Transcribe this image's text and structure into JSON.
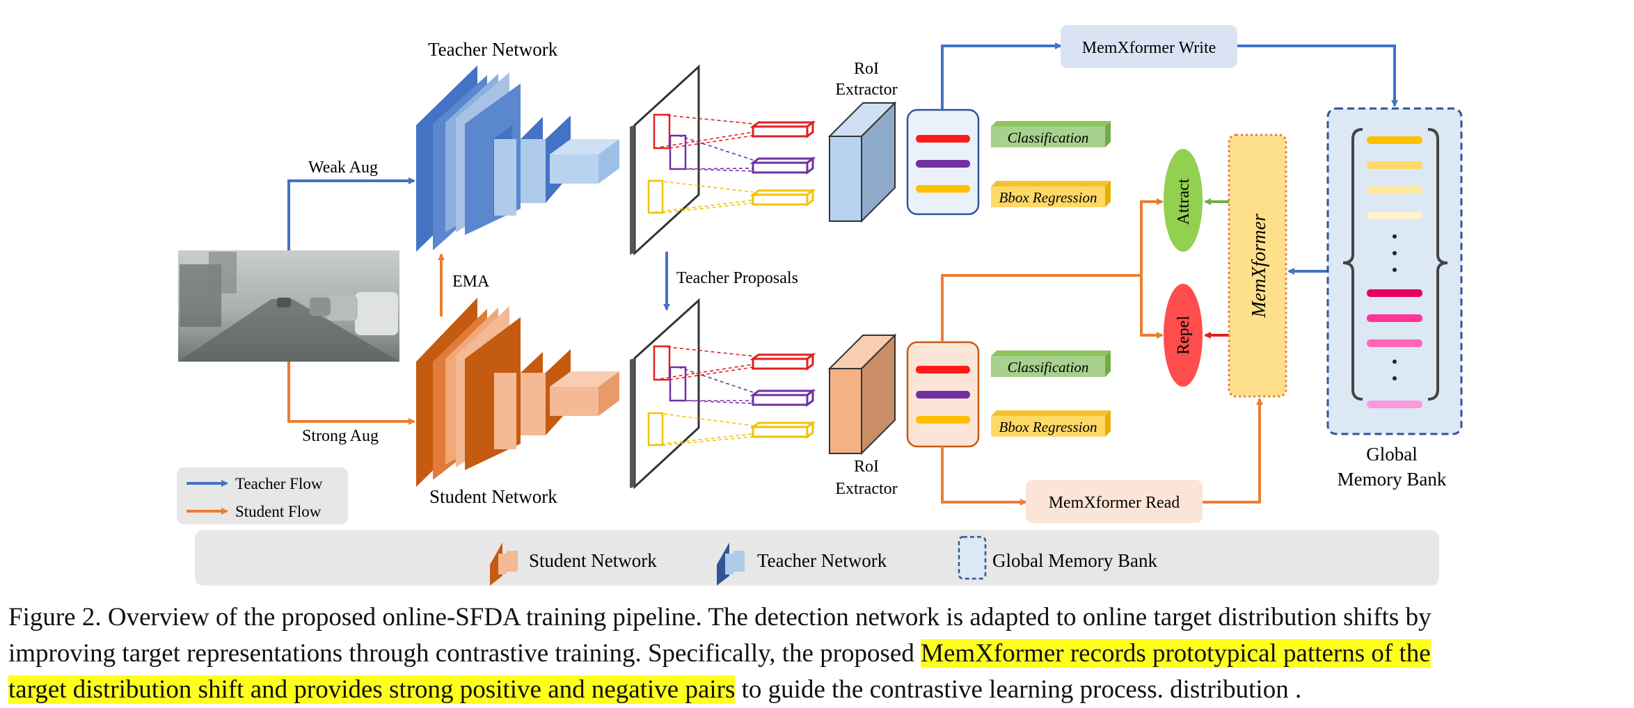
{
  "colors": {
    "teacher": "#4472c4",
    "student": "#ed7d31",
    "attract": "#92d050",
    "repel": "#ff4d4d",
    "memxformer": "#ffe08a",
    "memory_bank": "#dde8f5",
    "highlight": "#ffff1e"
  },
  "labels": {
    "teacher_network": "Teacher Network",
    "student_network": "Student Network",
    "weak_aug": "Weak Aug",
    "strong_aug": "Strong Aug",
    "ema": "EMA",
    "teacher_proposals": "Teacher Proposals",
    "roi_extractor_top": [
      "RoI",
      "Extractor"
    ],
    "roi_extractor_bottom": [
      "RoI",
      "Extractor"
    ],
    "classification": "Classification",
    "bbox_regression": "Bbox Regression",
    "memxformer_write": "MemXformer Write",
    "memxformer_read": "MemXformer Read",
    "memxformer": "MemXformer",
    "attract": "Attract",
    "repel": "Repel",
    "global_memory_bank": [
      "Global",
      "Memory Bank"
    ]
  },
  "flow_legend": {
    "teacher_flow": "Teacher Flow",
    "student_flow": "Student Flow"
  },
  "bottom_legend": {
    "student_network": "Student Network",
    "teacher_network": "Teacher Network",
    "global_memory_bank": "Global Memory Bank"
  },
  "caption": {
    "line1": "Figure 2. Overview of the proposed online-SFDA training pipeline. The detection network is adapted to online target distribution shifts by",
    "line2_plain": "improving target representations through contrastive training. Specifically, the proposed ",
    "line2_highlight": "MemXformer records prototypical patterns of the",
    "line3_highlight": "target distribution shift and provides strong positive and negative pairs",
    "line3_plain": " to guide the contrastive learning process. distribution ."
  }
}
